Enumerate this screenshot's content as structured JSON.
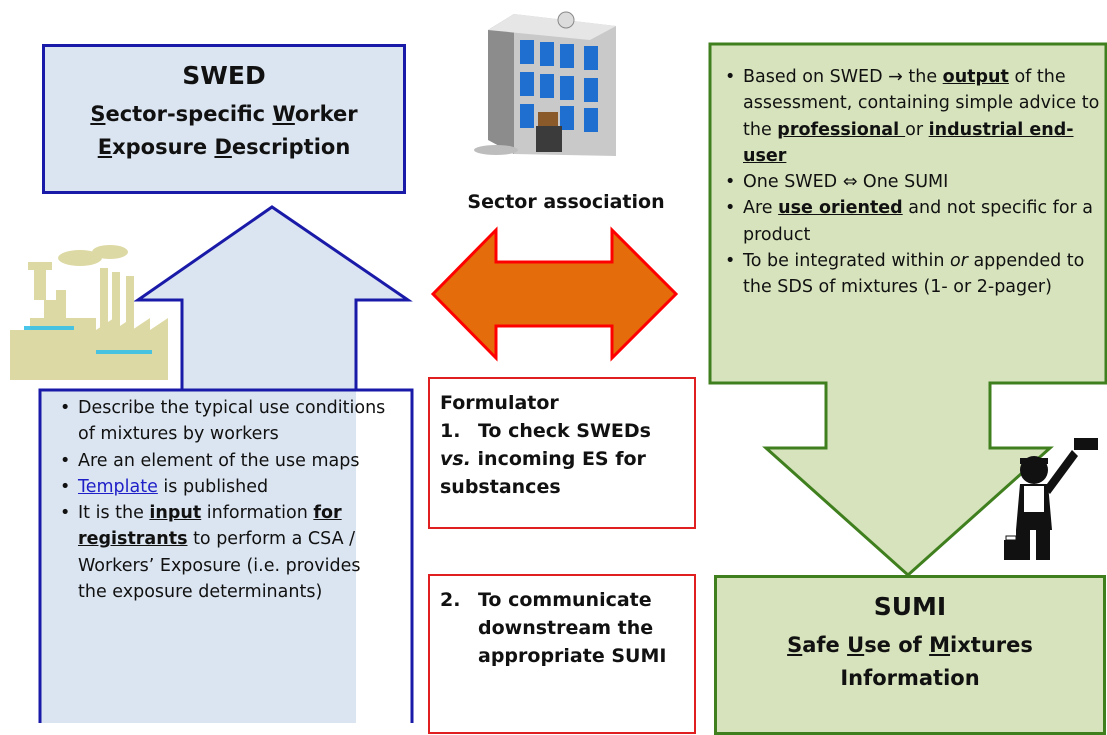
{
  "swed": {
    "title": "SWED",
    "subtitle": [
      {
        "first": "S",
        "rest": "ector-specific "
      },
      {
        "first": "W",
        "rest": "orker"
      },
      {
        "first": "E",
        "rest": "xposure "
      },
      {
        "first": "D",
        "rest": "escription"
      }
    ]
  },
  "sumi": {
    "title": "SUMI",
    "line1_a": "S",
    "line1_b": "afe ",
    "line1_c": "U",
    "line1_d": "se of ",
    "line1_e": "M",
    "line1_f": "ixtures",
    "line2": "Information"
  },
  "sector_association": "Sector association",
  "left_bullets": {
    "b1": "Describe the typical use conditions of mixtures by workers",
    "b2": "Are an element of the use maps",
    "b3_link": "Template",
    "b3_rest": " is published",
    "b4_a": "It is the ",
    "b4_input": "input",
    "b4_b": " information ",
    "b4_for": "for registrants",
    "b4_c": " to perform a CSA / Workers’ Exposure (i.e. provides the exposure determinants)"
  },
  "right_bullets": {
    "b1_a": "Based on SWED → the ",
    "b1_output": "output",
    "b1_b": " of the assessment, containing simple advice to the ",
    "b1_prof": "professional ",
    "b1_c": "or ",
    "b1_ind": "industrial end-user",
    "b2": "One SWED ⇔ One SUMI",
    "b3_a": "Are ",
    "b3_use": "use oriented",
    "b3_b": " and not specific for a product",
    "b4_a": "To be integrated within ",
    "b4_or": "or",
    "b4_b": " appended to the SDS of mixtures (1- or 2-pager)"
  },
  "formulator": {
    "heading": "Formulator",
    "num": "1.",
    "line1": "To check SWEDs",
    "vs": "vs.",
    "line2": " incoming ES for substances"
  },
  "communicate": {
    "num": "2.",
    "text": "To communicate downstream the appropriate SUMI"
  },
  "colors": {
    "swed_fill": "#dbe5f1",
    "swed_border": "#1a1aa8",
    "sumi_fill": "#d6e3bc",
    "sumi_border": "#3f7f1e",
    "arrow_orange": "#e46c0a",
    "arrow_red": "#ff0000",
    "formulator_border": "#e02020"
  },
  "icons": [
    "building-icon",
    "factory-icon",
    "painter-icon"
  ]
}
